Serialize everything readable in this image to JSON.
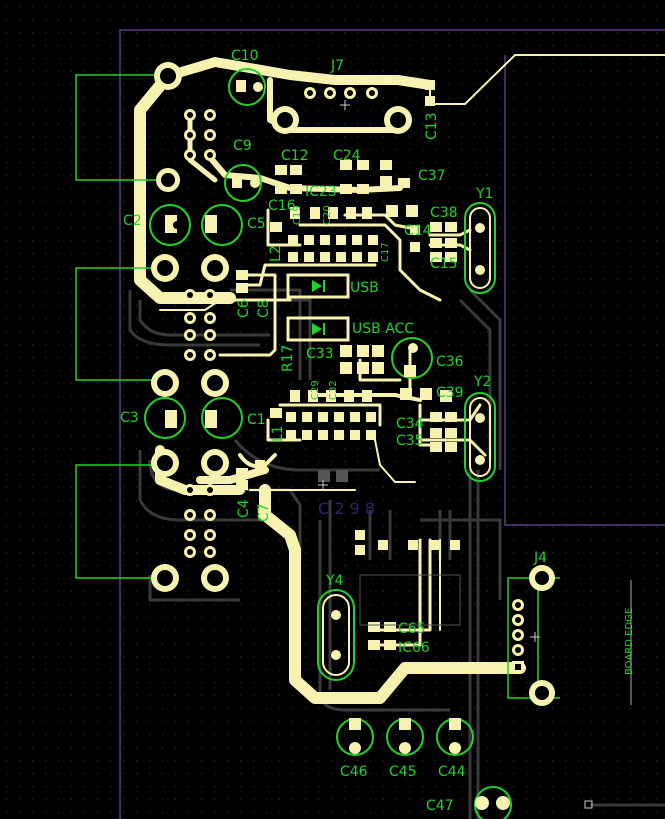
{
  "title": "PCB layout editor",
  "colors": {
    "background": "#000000",
    "grid_dot": "#2a2a2a",
    "copper_top": "#f8f2b0",
    "silkscreen": "#22d22a",
    "copper_bottom_ghost": "#3a3a3a",
    "outline": "#5a3b8a",
    "pad": "#f8f2b0"
  },
  "labels": {
    "c10": "C10",
    "j7": "J7",
    "c9": "C9",
    "c12": "C12",
    "c24": "C24",
    "c13": "C13",
    "c37": "C37",
    "ic23": "IC23",
    "c16": "C16",
    "c22": "C22",
    "c2": "C2",
    "c5": "C5",
    "c38": "C38",
    "c14": "C14",
    "c15": "C15",
    "y1": "Y1",
    "l2": "L2",
    "c6": "C6",
    "c8": "C8",
    "usb": "USB",
    "usb_acc": "USB ACC",
    "r17": "R17",
    "c33": "C33",
    "c36": "C36",
    "c3": "C3",
    "c1": "C1",
    "c39": "C39",
    "c34": "C34",
    "c35": "C35",
    "y2": "Y2",
    "l1": "L1",
    "c4": "C4",
    "c7": "C7",
    "j4": "J4",
    "board_edge": "BOARD EDGE",
    "y4": "Y4",
    "c65": "C65",
    "ic66": "IC66",
    "c46": "C46",
    "c45": "C45",
    "c44": "C44",
    "c47": "C47",
    "c19": "C19",
    "c20": "C20",
    "c29": "C29",
    "c32": "C32",
    "c17": "C17"
  }
}
